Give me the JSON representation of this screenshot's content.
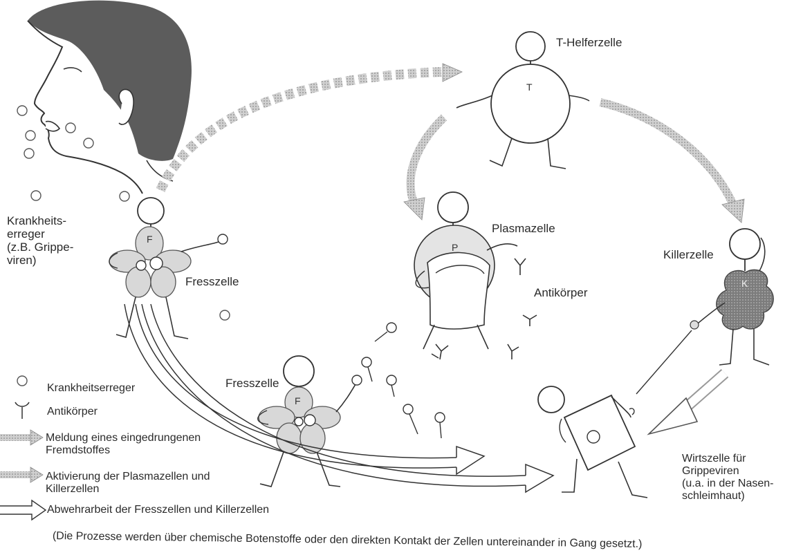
{
  "figure": {
    "labels": {
      "t_helper": "T-Helferzelle",
      "plasma": "Plasmazelle",
      "killer": "Killerzelle",
      "antibody": "Antikörper",
      "phagocyte_top": "Fresszelle",
      "phagocyte_bottom": "Fresszelle",
      "pathogen": "Krankheits-\nerreger\n(z.B. Grippe-\nviren)",
      "host_cell": "Wirtszelle für\nGrippeviren\n(u.a. in der Nasen-\nschleimhaut)"
    },
    "cell_letters": {
      "t": "T",
      "p": "P",
      "k": "K",
      "f_top": "F",
      "f_bottom": "F"
    },
    "legend": [
      {
        "icon": "pathogen-icon",
        "text": "Krankheitserreger"
      },
      {
        "icon": "antibody-icon",
        "text": "Antikörper"
      },
      {
        "icon": "dotted-arrow-icon",
        "text": "Meldung eines eingedrungenen\nFremdstoffes"
      },
      {
        "icon": "gray-arrow-icon",
        "text": "Aktivierung der Plasmazellen und\nKillerzellen"
      },
      {
        "icon": "outline-arrow-icon",
        "text": "Abwehrarbeit der Fresszellen und Killerzellen"
      }
    ],
    "footnote": "(Die Prozesse werden über chemische Botenstoffe oder den direkten Kontakt der Zellen untereinander in Gang gesetzt.)",
    "colors": {
      "dotted_arrow": "#9a9a9a",
      "gray_arrow": "#b5b5b5",
      "plasma_fill": "#e3e3e3",
      "phagocyte_fill": "#d9d9d9",
      "killer_fill": "#8a8a8a",
      "hair": "#5a5a5a"
    }
  }
}
